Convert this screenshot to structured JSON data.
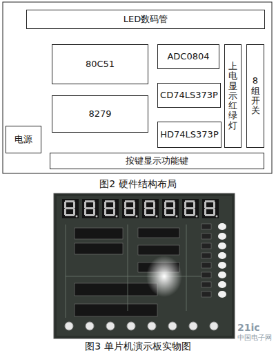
{
  "diagram": {
    "nodes": [
      {
        "text": [
          "LED数码管"
        ]
      },
      {
        "text": [
          "80C51"
        ]
      },
      {
        "text": [
          "ADC0804"
        ]
      },
      {
        "text": [
          "上电显示红绿灯"
        ]
      },
      {
        "text": [
          "8组开关"
        ]
      },
      {
        "text": [
          "CD74LS373P"
        ]
      },
      {
        "text": [
          "8279"
        ]
      },
      {
        "text": [
          "HD74LS373P"
        ]
      },
      {
        "text": [
          "电源"
        ]
      },
      {
        "text": [
          "按键显示功能键"
        ]
      }
    ],
    "labels": [
      "图2 硬件结构布局",
      "图3 单片机演示板实物图",
      "21ic",
      "中国电子网"
    ]
  }
}
